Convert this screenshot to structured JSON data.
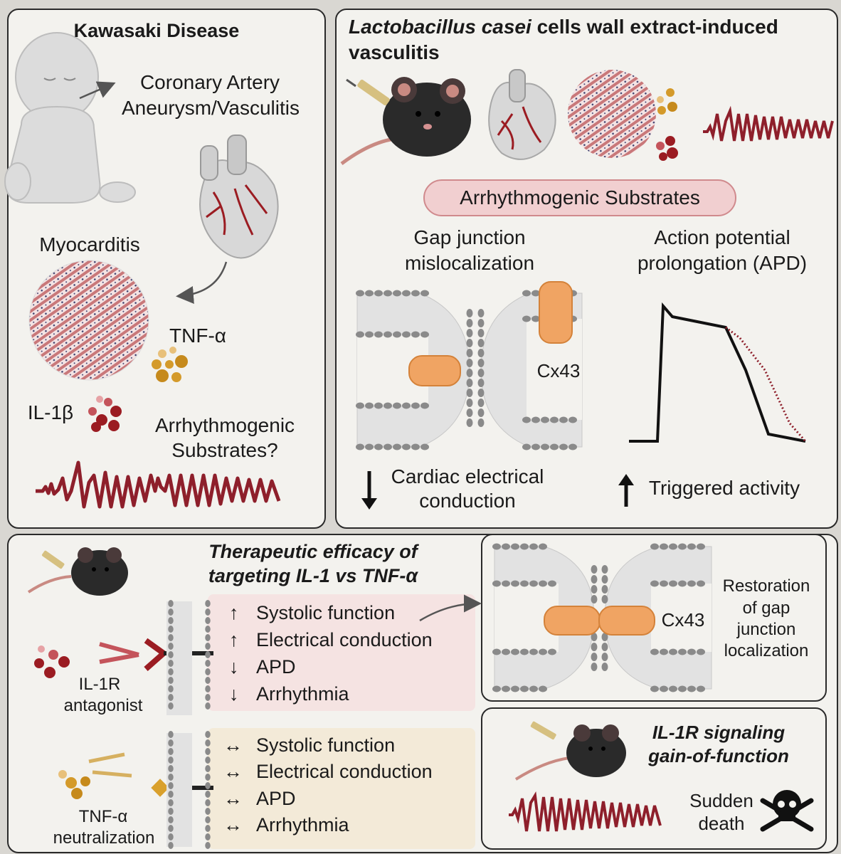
{
  "kawasaki": {
    "title": "Kawasaki Disease",
    "caa_line1": "Coronary Artery",
    "caa_line2": "Aneurysm/Vasculitis",
    "myocarditis": "Myocarditis",
    "tnf": "TNF-α",
    "il1b": "IL-1β",
    "arr_line1": "Arrhythmogenic",
    "arr_line2": "Substrates?"
  },
  "lcwe": {
    "title_italic": "Lactobacillus casei",
    "title_rest": " cells wall extract-induced",
    "title_line2": "vasculitis",
    "substrates_pill": "Arrhythmogenic Substrates",
    "gap_line1": "Gap junction",
    "gap_line2": "mislocalization",
    "ap_line1": "Action potential",
    "ap_line2": "prolongation (APD)",
    "cx43": "Cx43",
    "cond_line1": "Cardiac electrical",
    "cond_line2": "conduction",
    "triggered": "Triggered activity"
  },
  "therapy": {
    "title_line1": "Therapeutic efficacy of",
    "title_line2": "targeting IL-1 vs TNF-α",
    "il1r_line1": "IL-1R",
    "il1r_line2": "antagonist",
    "tnfn_line1": "TNF-α",
    "tnfn_line2": "neutralization",
    "il1_effects": [
      {
        "arrow": "↑",
        "label": "Systolic function"
      },
      {
        "arrow": "↑",
        "label": "Electrical conduction"
      },
      {
        "arrow": "↓",
        "label": "APD"
      },
      {
        "arrow": "↓",
        "label": "Arrhythmia"
      }
    ],
    "tnf_effects": [
      {
        "arrow": "↔",
        "label": "Systolic function"
      },
      {
        "arrow": "↔",
        "label": "Electrical conduction"
      },
      {
        "arrow": "↔",
        "label": "APD"
      },
      {
        "arrow": "↔",
        "label": "Arrhythmia"
      }
    ]
  },
  "restoration": {
    "cx43": "Cx43",
    "line1": "Restoration",
    "line2": "of gap",
    "line3": "junction",
    "line4": "localization"
  },
  "gain": {
    "title_line1": "IL-1R signaling",
    "title_line2": "gain-of-function",
    "death_line1": "Sudden",
    "death_line2": "death"
  },
  "colors": {
    "ecg": "#8e1f2b",
    "tissue": "#c9787a",
    "cytokine_red": "#9b1c22",
    "cytokine_gold": "#d49a2a",
    "connexin": "#f0a463",
    "pill": "#f1cfd0",
    "il1_box": "#f5e3e2",
    "tnf_box": "#f3ead8"
  }
}
